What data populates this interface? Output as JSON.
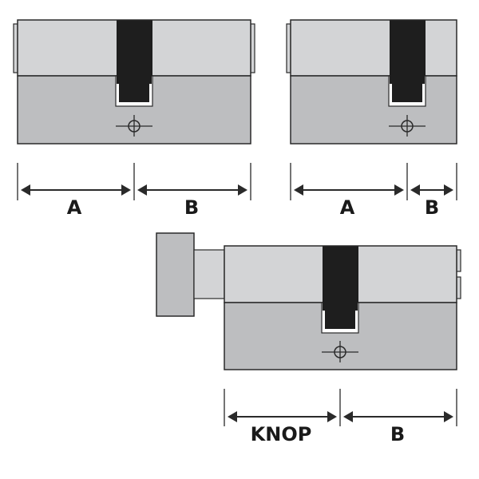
{
  "diagrams": [
    {
      "name": "double-cylinder",
      "labels": [
        "A",
        "B"
      ]
    },
    {
      "name": "half-cylinder",
      "labels": [
        "A",
        "B"
      ]
    },
    {
      "name": "knob-cylinder",
      "labels": [
        "KNOP",
        "B"
      ]
    }
  ],
  "colors": {
    "top_body": "#d3d4d6",
    "bottom_body": "#bdbec0",
    "cam_slot": "#1e1e1e",
    "outline": "#2a2a2a",
    "knob": "#bdbec0",
    "shaft": "#d3d4d6"
  }
}
